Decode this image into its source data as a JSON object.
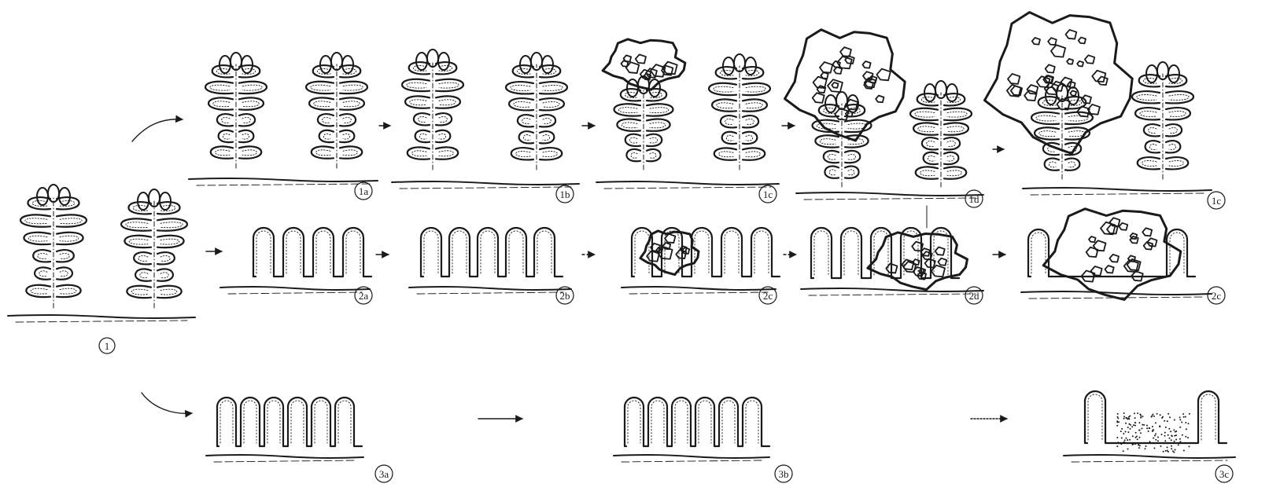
{
  "panels": [
    {
      "id": "1",
      "label": "1",
      "kind": "branched"
    },
    {
      "id": "1a",
      "label": "1a",
      "kind": "branched"
    },
    {
      "id": "1b",
      "label": "1b",
      "kind": "branched"
    },
    {
      "id": "1c",
      "label": "1c",
      "kind": "branched"
    },
    {
      "id": "1d",
      "label": "1d",
      "kind": "branched"
    },
    {
      "id": "1e",
      "label": "1c",
      "kind": "branched"
    },
    {
      "id": "2a",
      "label": "2a",
      "kind": "villi"
    },
    {
      "id": "2b",
      "label": "2b",
      "kind": "villi"
    },
    {
      "id": "2c",
      "label": "2c",
      "kind": "villi"
    },
    {
      "id": "2d",
      "label": "2d",
      "kind": "villi"
    },
    {
      "id": "2e",
      "label": "2c",
      "kind": "villi"
    },
    {
      "id": "3a",
      "label": "3a",
      "kind": "villi"
    },
    {
      "id": "3b",
      "label": "3b",
      "kind": "villi"
    },
    {
      "id": "3c",
      "label": "3c",
      "kind": "villi"
    }
  ]
}
